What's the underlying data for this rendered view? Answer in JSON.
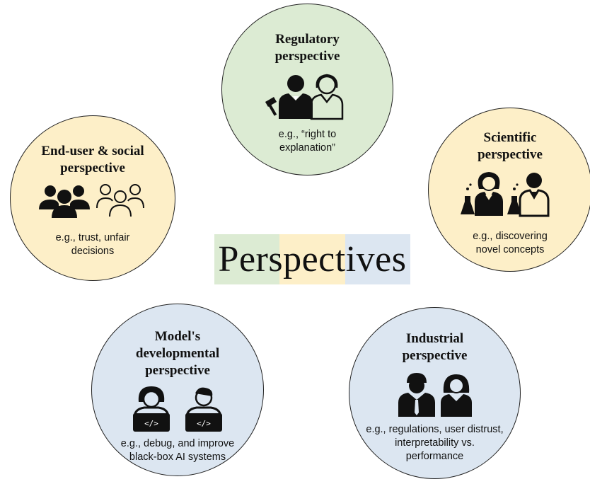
{
  "center": {
    "title": "Perspectives"
  },
  "regulatory": {
    "title_line1": "Regulatory",
    "title_line2": "perspective",
    "example_line1": "e.g., “right to",
    "example_line2": "explanation”",
    "icon": "judge-lawyers-icon"
  },
  "end_user": {
    "title_line1": "End-user & social",
    "title_line2": "perspective",
    "example_line1": "e.g., trust, unfair",
    "example_line2": "decisions",
    "icon": "user-group-icon"
  },
  "scientific": {
    "title_line1": "Scientific",
    "title_line2": "perspective",
    "example_line1": "e.g., discovering",
    "example_line2": "novel concepts",
    "icon": "scientists-icon"
  },
  "model_dev": {
    "title_line1": "Model's",
    "title_line2": "developmental",
    "title_line3": "perspective",
    "example_line1": "e.g., debug, and improve",
    "example_line2": "black-box AI systems",
    "icon": "developers-icon"
  },
  "industrial": {
    "title_line1": "Industrial",
    "title_line2": "perspective",
    "example_line1": "e.g., regulations, user distrust,",
    "example_line2": "interpretability vs.",
    "example_line3": "performance",
    "icon": "business-people-icon"
  },
  "colors": {
    "green": "#dcebd3",
    "yellow": "#fdefc8",
    "blue": "#dce6f1"
  }
}
